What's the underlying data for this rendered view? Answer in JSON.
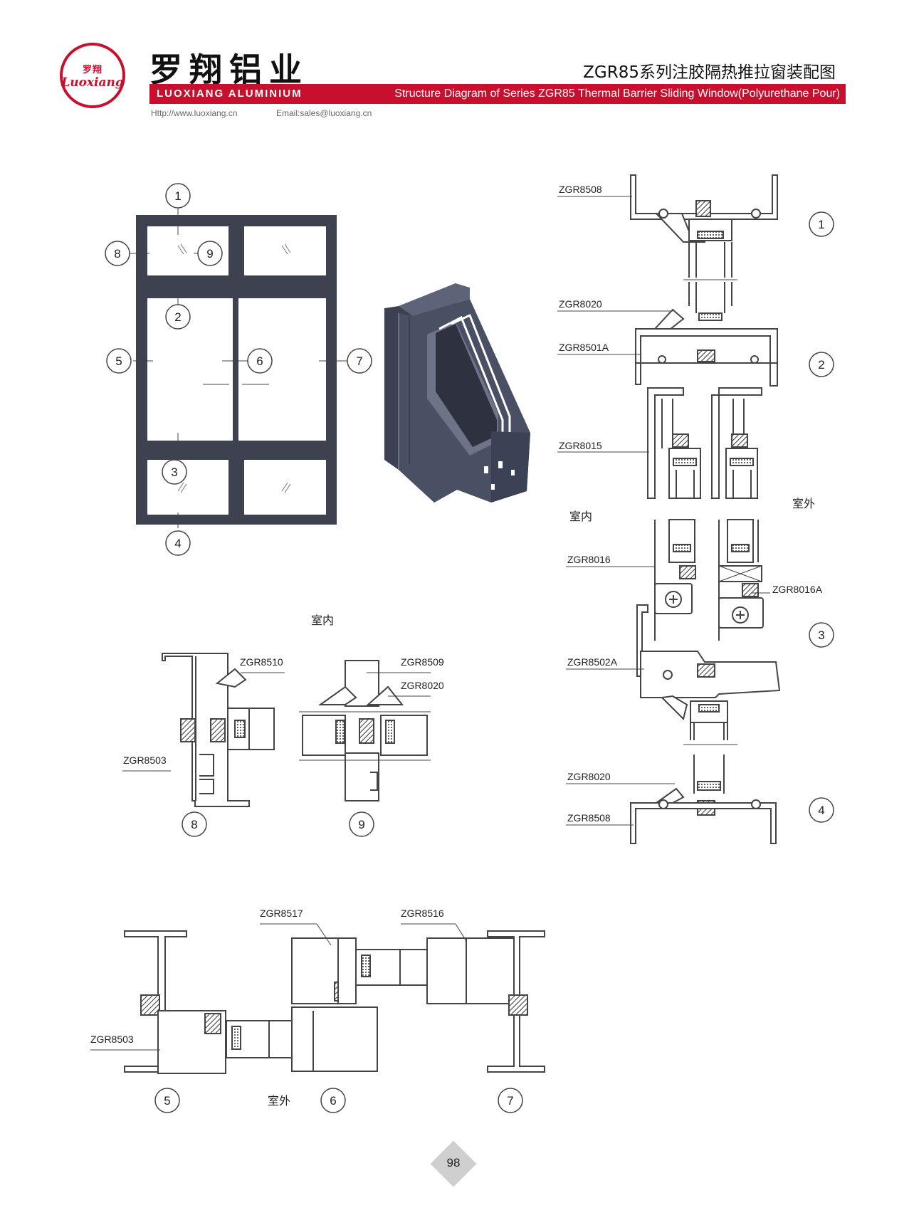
{
  "header": {
    "logo_cn": "罗翔",
    "logo_en": "Luoxiang",
    "brand_cn": "罗翔铝业",
    "brand_en": "LUOXIANG ALUMINIUM",
    "title_cn": "ZGR85系列注胶隔热推拉窗装配图",
    "title_en": "Structure Diagram of Series ZGR85 Thermal Barrier Sliding Window(Polyurethane Pour)",
    "website": "Http://www.luoxiang.cn",
    "email": "Email:sales@luoxiang.cn"
  },
  "colors": {
    "brand_red": "#c8102e",
    "frame_gray": "#3d4150",
    "line": "#555555"
  },
  "elevation": {
    "callouts": [
      "1",
      "2",
      "3",
      "4",
      "5",
      "6",
      "7",
      "8",
      "9"
    ]
  },
  "section_right": {
    "labels": {
      "zgr8508_top": "ZGR8508",
      "zgr8020_a": "ZGR8020",
      "zgr8501a": "ZGR8501A",
      "zgr8015": "ZGR8015",
      "indoor": "室内",
      "outdoor": "室外",
      "zgr8016": "ZGR8016",
      "zgr8016a": "ZGR8016A",
      "zgr8502a": "ZGR8502A",
      "zgr8020_b": "ZGR8020",
      "zgr8508_bottom": "ZGR8508"
    },
    "callouts": [
      "1",
      "2",
      "3",
      "4"
    ]
  },
  "section_mid": {
    "indoor": "室内",
    "labels": {
      "zgr8510": "ZGR8510",
      "zgr8503": "ZGR8503",
      "zgr8509": "ZGR8509",
      "zgr8020": "ZGR8020"
    },
    "callouts": [
      "8",
      "9"
    ]
  },
  "section_bottom": {
    "labels": {
      "zgr8517": "ZGR8517",
      "zgr8516": "ZGR8516",
      "zgr8503": "ZGR8503"
    },
    "outdoor": "室外",
    "callouts": [
      "5",
      "6",
      "7"
    ]
  },
  "page_number": "98"
}
